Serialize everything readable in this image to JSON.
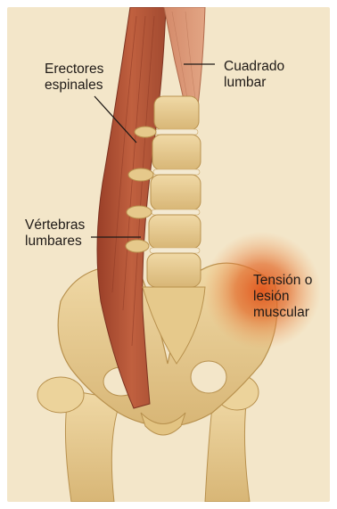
{
  "diagram": {
    "labels": {
      "erectores_espinales": "Erectores\nespinales",
      "cuadrado_lumbar": "Cuadrado\nlumbar",
      "vertebras_lumbares": "Vértebras\nlumbares",
      "tension_lesion": "Tensión o\nlesión\nmuscular"
    },
    "colors": {
      "background": "#f3e6c9",
      "muscle": "#b8543a",
      "muscle_dark": "#8e3a25",
      "bone": "#e9cf95",
      "bone_shadow": "#c9a564",
      "disc": "#f4ead3",
      "inflammation": "#e0541a",
      "label_text": "#1f1a17",
      "leader_line": "#1f1a17"
    }
  }
}
